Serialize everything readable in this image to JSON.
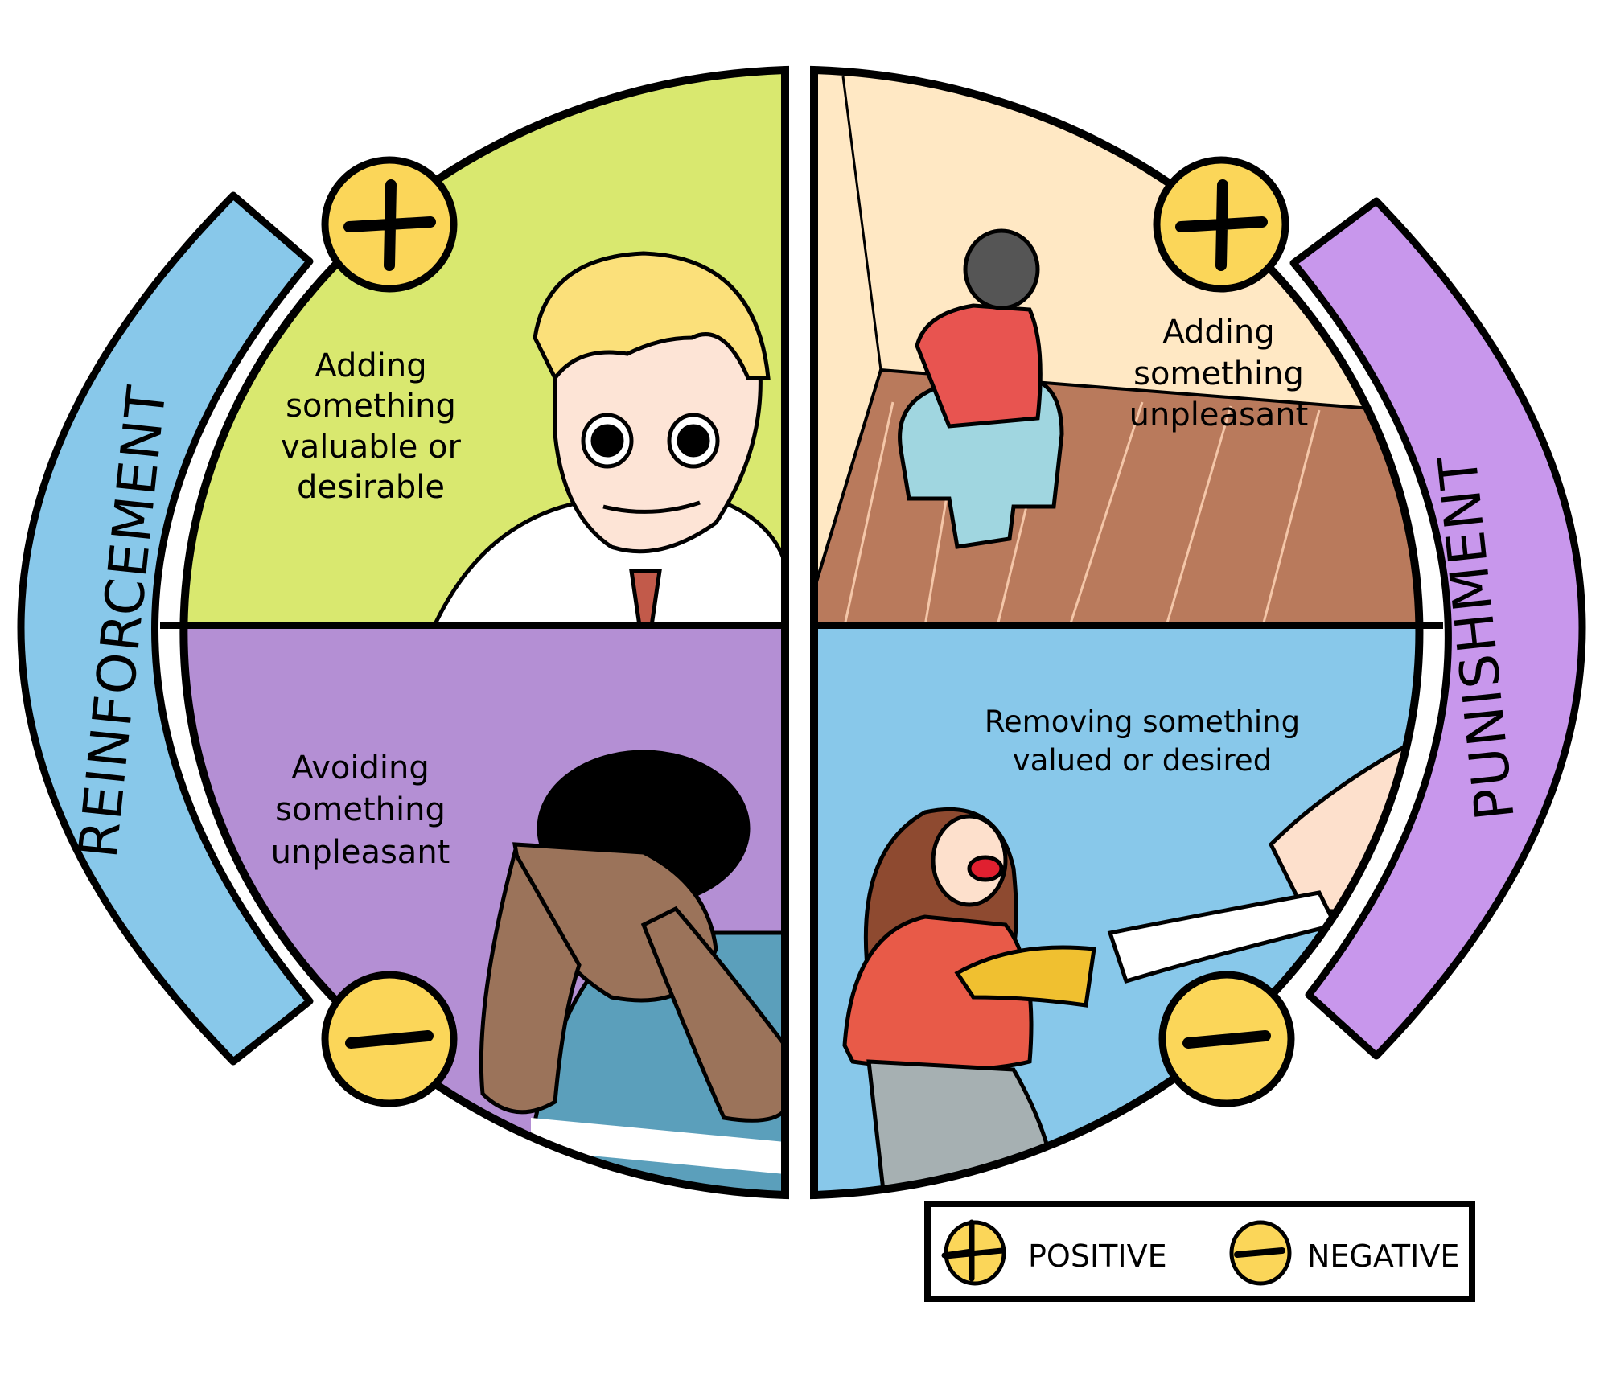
{
  "bands": {
    "left": "REINFORCEMENT",
    "right": "PUNISHMENT"
  },
  "quadrants": {
    "positive_reinforcement": [
      "Adding",
      "something",
      "valuable or",
      "desirable"
    ],
    "negative_reinforcement": [
      "Avoiding",
      "something",
      "unpleasant"
    ],
    "positive_punishment": [
      "Adding",
      "something",
      "unpleasant"
    ],
    "negative_punishment": [
      "Removing something",
      "valued or desired"
    ]
  },
  "legend": {
    "positive": "POSITIVE",
    "negative": "NEGATIVE"
  },
  "colors": {
    "green": "#d9e86f",
    "purple": "#b48fd4",
    "peach": "#ffe8c4",
    "floor": "#b97a5c",
    "lightblue": "#88c8ea",
    "band_purple": "#c897ec",
    "yellow": "#fbd659"
  }
}
